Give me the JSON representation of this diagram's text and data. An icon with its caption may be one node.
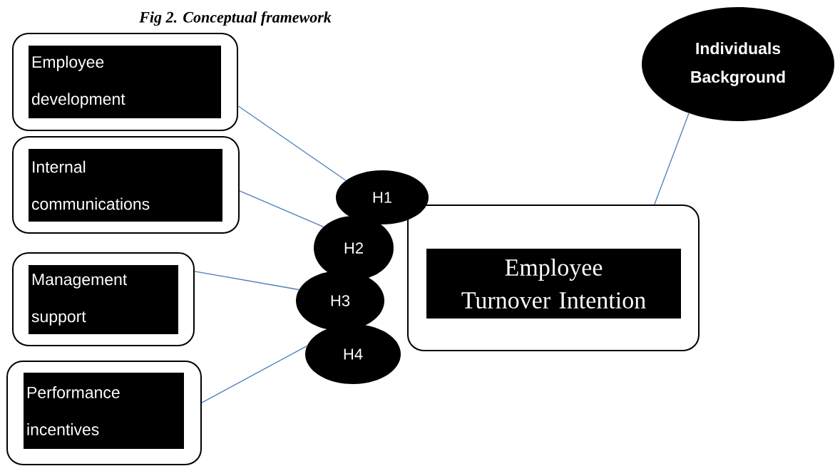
{
  "diagram": {
    "title": "Fig 2. Conceptual framework",
    "nodes": [
      {
        "text": [],
        "shape": "box"
      },
      {
        "text": [
          "Employee development"
        ],
        "in": 0
      },
      {
        "text": [],
        "shape": "box"
      },
      {
        "text": [
          "Internal communications"
        ],
        "in": 2
      },
      {
        "text": [],
        "shape": "box"
      },
      {
        "text": [
          "Management support"
        ],
        "in": 4
      },
      {
        "text": [],
        "shape": "box"
      },
      {
        "text": [
          "Performance incentives"
        ],
        "in": 6
      },
      {
        "text": [
          "H1"
        ]
      },
      {
        "text": [
          "H2"
        ]
      },
      {
        "text": [
          "H3"
        ]
      },
      {
        "text": [
          "H4"
        ]
      },
      {
        "text": [],
        "shape": "box"
      },
      {
        "text": [
          "Employee Turnover Intention"
        ],
        "in": 12
      },
      {
        "text": [
          "Individuals Background"
        ]
      }
    ],
    "edges": [
      {
        "from": 0,
        "to": 8,
        "arrow": "none"
      },
      {
        "from": 2,
        "to": 9,
        "arrow": "none"
      },
      {
        "from": 4,
        "to": 10,
        "arrow": "none"
      },
      {
        "from": 6,
        "to": 11,
        "arrow": "none"
      },
      {
        "from": 14,
        "to": 12,
        "arrow": "none"
      }
    ]
  }
}
